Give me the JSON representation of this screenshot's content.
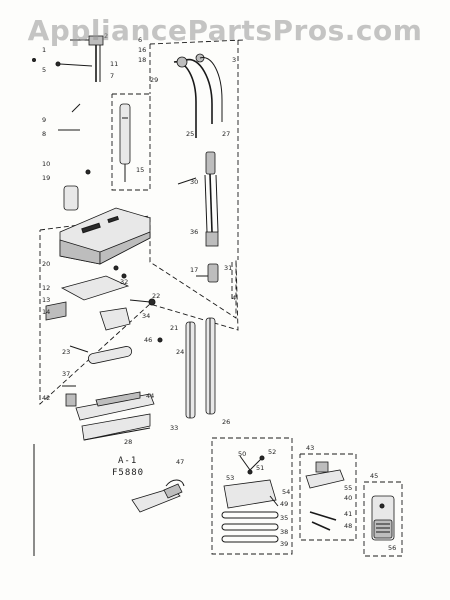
{
  "watermark": "AppliancePartsPros.com",
  "figure_caption": {
    "line1": "A-1",
    "line2": "F5880"
  },
  "callouts": {
    "c1": "1",
    "c2": "2",
    "c3": "3",
    "c4": "4",
    "c5": "5",
    "c6": "6",
    "c7": "7",
    "c8": "8",
    "c9": "9",
    "c10": "10",
    "c11": "11",
    "c12": "12",
    "c13": "13",
    "c14": "14",
    "c15": "15",
    "c16": "16",
    "c17": "17",
    "c18": "18",
    "c19": "19",
    "c20": "20",
    "c21": "21",
    "c22": "22",
    "c23": "23",
    "c24": "24",
    "c25": "25",
    "c26": "26",
    "c27": "27",
    "c28": "28",
    "c29": "29",
    "c30": "30",
    "c31": "31",
    "c32": "32",
    "c33": "33",
    "c34": "34",
    "c35": "35",
    "c36": "36",
    "c37": "37",
    "c38": "38",
    "c39": "39",
    "c40": "40",
    "c41": "41",
    "c42": "42",
    "c43": "43",
    "c44": "44",
    "c45": "45",
    "c46": "46",
    "c47": "47",
    "c48": "48",
    "c49": "49",
    "c50": "50",
    "c51": "51",
    "c52": "52",
    "c53": "53",
    "c54": "54",
    "c55": "55",
    "c56": "56"
  }
}
